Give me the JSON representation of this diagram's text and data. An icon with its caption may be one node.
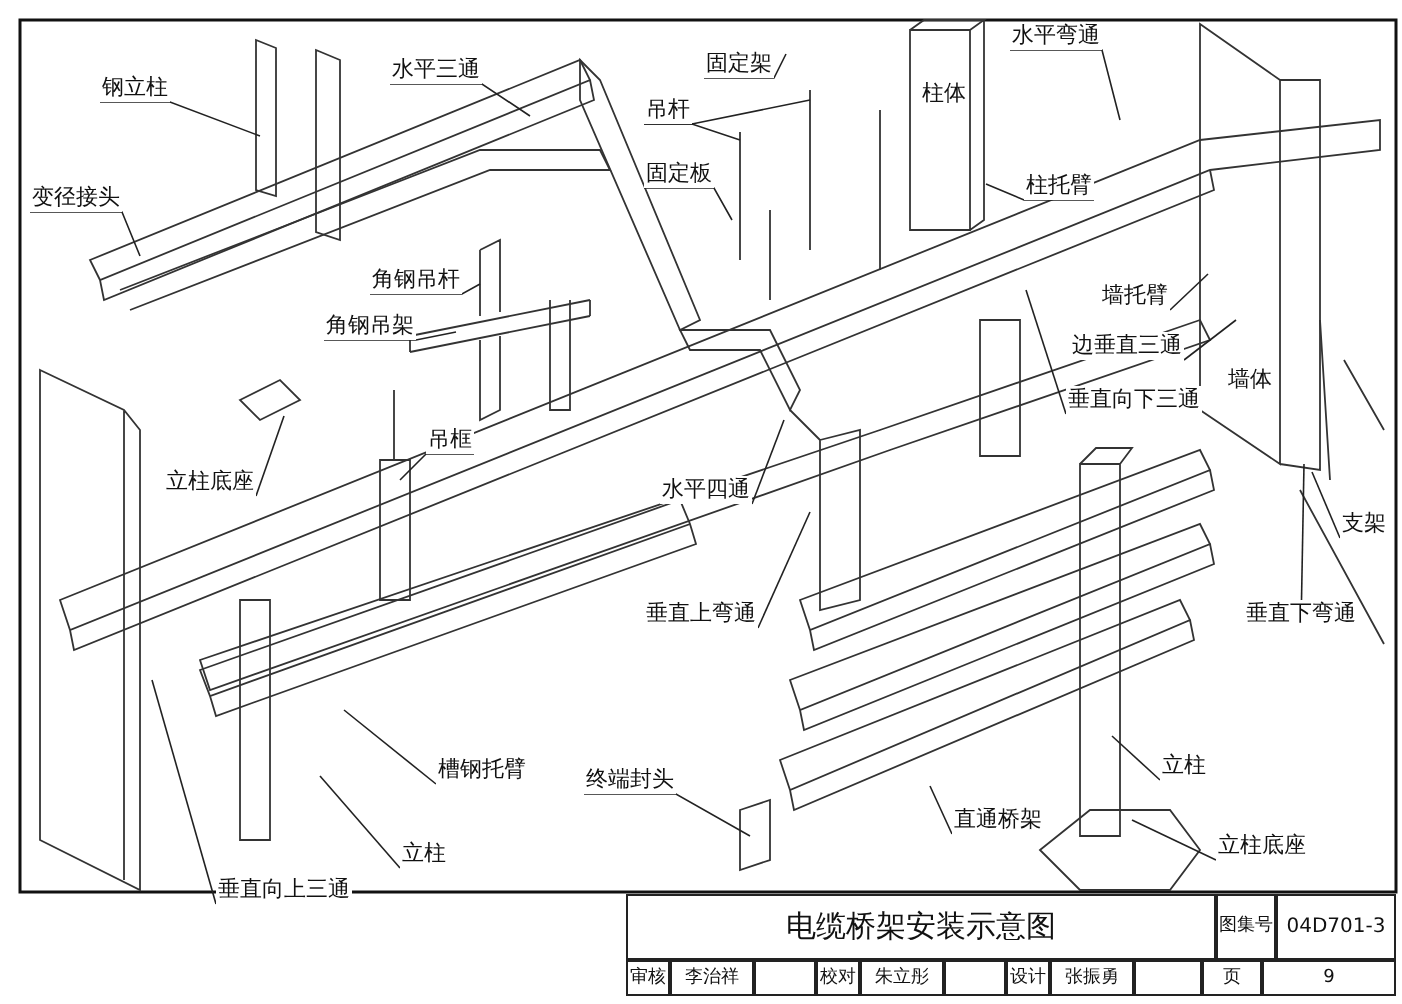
{
  "diagram": {
    "title": "电缆桥架安装示意图",
    "nodes": [
      {
        "text": [
          "钢立柱"
        ]
      },
      {
        "text": [
          "水平三通"
        ]
      },
      {
        "text": [
          "固定架"
        ]
      },
      {
        "text": [
          "吊杆"
        ]
      },
      {
        "text": [
          "固定板"
        ]
      },
      {
        "text": [
          "水平弯通"
        ]
      },
      {
        "text": [
          "柱托臂"
        ]
      },
      {
        "text": [
          "变径接头"
        ]
      },
      {
        "text": [
          "角钢吊杆"
        ]
      },
      {
        "text": [
          "角钢吊架"
        ]
      },
      {
        "text": [
          "墙托臂"
        ]
      },
      {
        "text": [
          "边垂直三通"
        ]
      },
      {
        "text": [
          "垂直向下三通"
        ]
      },
      {
        "text": [
          "立柱底座"
        ]
      },
      {
        "text": [
          "吊框"
        ]
      },
      {
        "text": [
          "水平四通"
        ]
      },
      {
        "text": [
          "支架"
        ]
      },
      {
        "text": [
          "垂直上弯通"
        ]
      },
      {
        "text": [
          "垂直下弯通"
        ]
      },
      {
        "text": [
          "槽钢托臂"
        ]
      },
      {
        "text": [
          "终端封头"
        ]
      },
      {
        "text": [
          "立柱"
        ]
      },
      {
        "text": [
          "直通桥架"
        ]
      },
      {
        "text": [
          "立柱"
        ]
      },
      {
        "text": [
          "立柱底座"
        ]
      },
      {
        "text": [
          "垂直向上三通"
        ]
      }
    ],
    "edges": [
      {
        "from": 0,
        "to": null,
        "arrow": "none"
      },
      {
        "from": 1,
        "to": null,
        "arrow": "none"
      },
      {
        "from": 2,
        "to": null,
        "arrow": "none"
      },
      {
        "from": 3,
        "to": null,
        "arrow": "none"
      },
      {
        "from": 3,
        "to": null,
        "arrow": "none"
      },
      {
        "from": 4,
        "to": null,
        "arrow": "none"
      },
      {
        "from": 5,
        "to": null,
        "arrow": "none"
      },
      {
        "from": 6,
        "to": null,
        "arrow": "none"
      },
      {
        "from": 7,
        "to": null,
        "arrow": "none"
      },
      {
        "from": 8,
        "to": null,
        "arrow": "none"
      },
      {
        "from": 9,
        "to": null,
        "arrow": "none"
      },
      {
        "from": 10,
        "to": null,
        "arrow": "none"
      },
      {
        "from": 11,
        "to": null,
        "arrow": "none"
      },
      {
        "from": 12,
        "to": null,
        "arrow": "none"
      },
      {
        "from": 13,
        "to": null,
        "arrow": "none"
      },
      {
        "from": 14,
        "to": null,
        "arrow": "none"
      },
      {
        "from": 15,
        "to": null,
        "arrow": "none"
      },
      {
        "from": 16,
        "to": null,
        "arrow": "none"
      },
      {
        "from": 17,
        "to": null,
        "arrow": "none"
      },
      {
        "from": 18,
        "to": null,
        "arrow": "none"
      },
      {
        "from": 19,
        "to": null,
        "arrow": "none"
      },
      {
        "from": 20,
        "to": null,
        "arrow": "none"
      },
      {
        "from": 21,
        "to": null,
        "arrow": "none"
      },
      {
        "from": 22,
        "to": null,
        "arrow": "none"
      },
      {
        "from": 23,
        "to": null,
        "arrow": "none"
      },
      {
        "from": 24,
        "to": null,
        "arrow": "none"
      },
      {
        "from": 25,
        "to": null,
        "arrow": "none"
      }
    ],
    "labels": [
      "柱体",
      "墙体",
      "图集号",
      "04D701-3",
      "审核",
      "李治祥",
      "校对",
      "朱立彤",
      "设计",
      "张振勇",
      "页",
      "9"
    ]
  }
}
